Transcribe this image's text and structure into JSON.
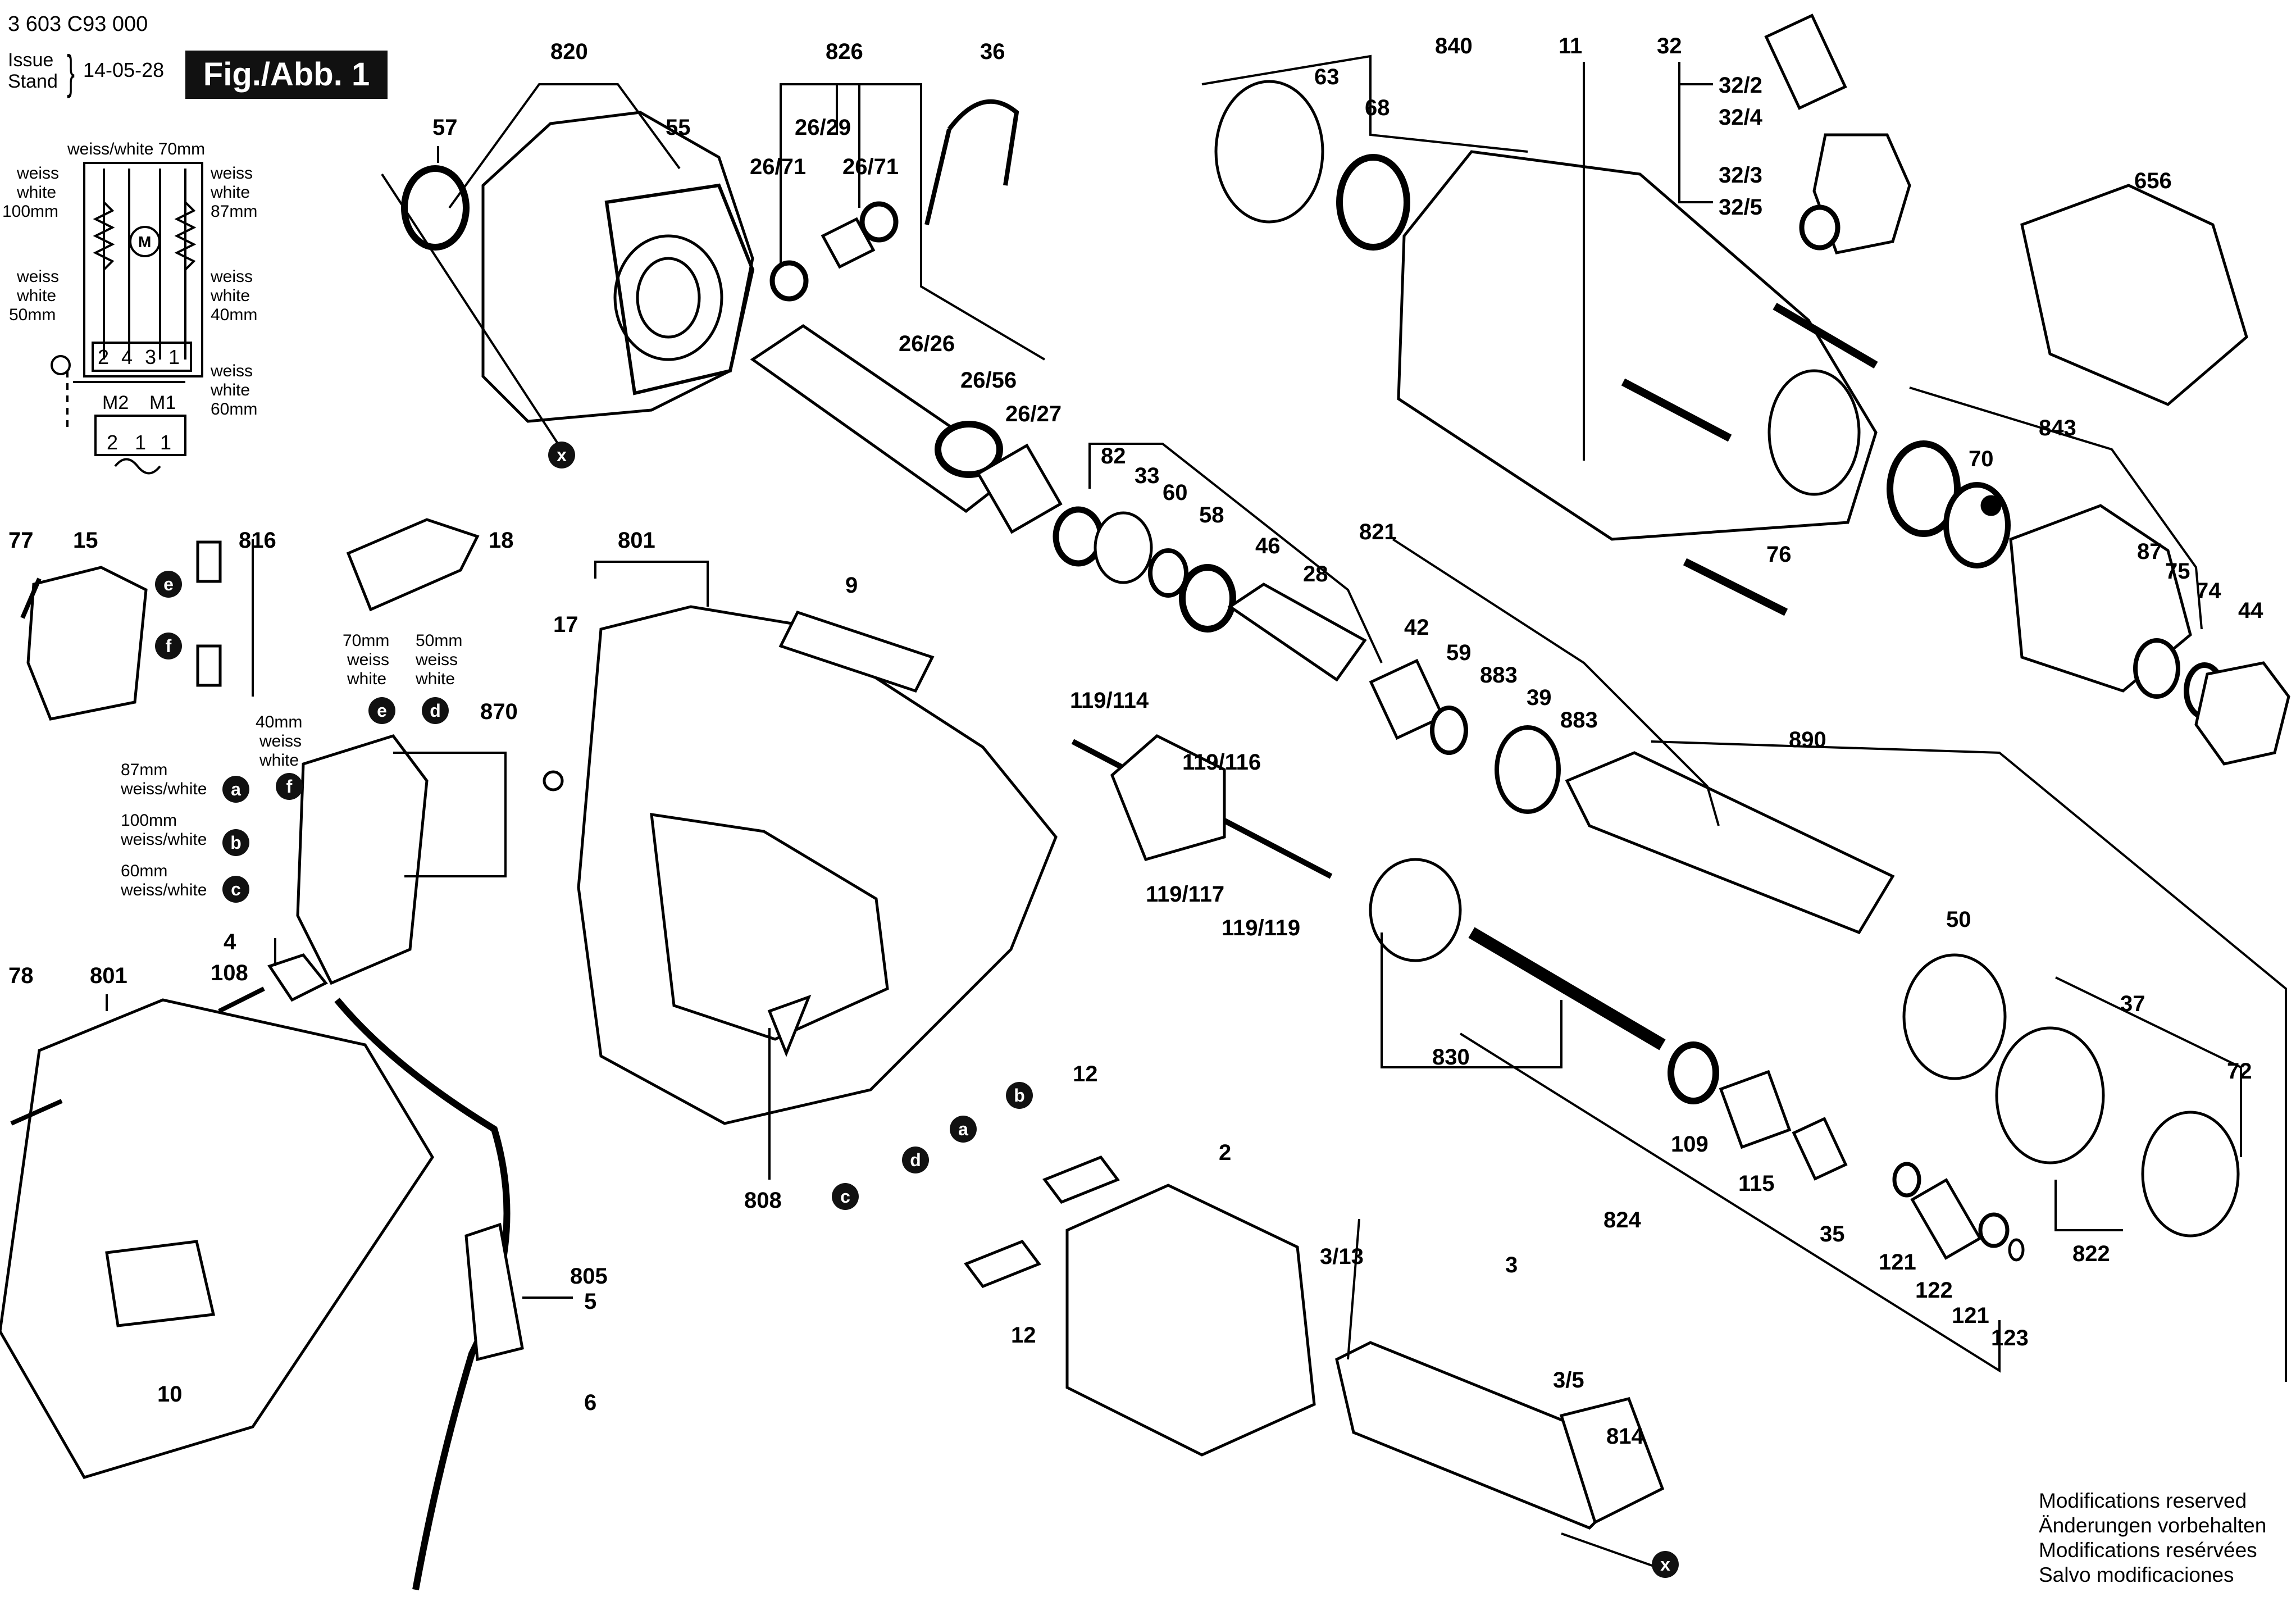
{
  "header": {
    "doc_number": "3 603 C93 000",
    "issue_label_1": "Issue",
    "issue_label_2": "Stand",
    "issue_date": "14-05-28",
    "figure_tag": "Fig./Abb. 1"
  },
  "wiring": {
    "top_label": "weiss/white 70mm",
    "left_100": [
      "weiss",
      "white",
      "100mm"
    ],
    "right_87": [
      "weiss",
      "white",
      "87mm"
    ],
    "left_50": [
      "weiss",
      "white",
      "50mm"
    ],
    "right_40": [
      "weiss",
      "white",
      "40mm"
    ],
    "right_60": [
      "weiss",
      "white",
      "60mm"
    ],
    "terminals": [
      "2",
      "4",
      "3",
      "1"
    ],
    "motor_symbol": "M",
    "m2": "M2",
    "m1": "M1",
    "bottom_terms": [
      "2",
      "1",
      "1"
    ]
  },
  "switch_wires": {
    "w70": [
      "70mm",
      "weiss",
      "white"
    ],
    "w50": [
      "50mm",
      "weiss",
      "white"
    ],
    "w40": [
      "40mm",
      "weiss",
      "white"
    ],
    "a": [
      "87mm",
      "weiss/white"
    ],
    "b": [
      "100mm",
      "weiss/white"
    ],
    "c": [
      "60mm",
      "weiss/white"
    ]
  },
  "markers": {
    "a": "a",
    "b": "b",
    "c": "c",
    "d": "d",
    "e": "e",
    "f": "f",
    "x": "x"
  },
  "callouts": {
    "p820": "820",
    "p57": "57",
    "p55": "55",
    "p826": "826",
    "p26_29": "26/29",
    "p26_71a": "26/71",
    "p26_71b": "26/71",
    "p26_26": "26/26",
    "p26_56": "26/56",
    "p26_27": "26/27",
    "p36": "36",
    "p840": "840",
    "p63": "63",
    "p68": "68",
    "p11": "11",
    "p32": "32",
    "p32_2": "32/2",
    "p32_4": "32/4",
    "p32_3": "32/3",
    "p32_5": "32/5",
    "p656": "656",
    "p843": "843",
    "p70": "70",
    "p82": "82",
    "p33": "33",
    "p60": "60",
    "p58": "58",
    "p46": "46",
    "p28": "28",
    "p821": "821",
    "p42": "42",
    "p59": "59",
    "p883a": "883",
    "p39": "39",
    "p883b": "883",
    "p76": "76",
    "p87": "87",
    "p75": "75",
    "p74": "74",
    "p44": "44",
    "p890": "890",
    "p77": "77",
    "p15": "15",
    "p816": "816",
    "p18": "18",
    "p801a": "801",
    "p9": "9",
    "p17": "17",
    "p870": "870",
    "p4": "4",
    "p108": "108",
    "p78": "78",
    "p801b": "801",
    "p10": "10",
    "p805": "805",
    "p5": "5",
    "p6": "6",
    "p808": "808",
    "p119_114": "119/114",
    "p119_116": "119/116",
    "p119_117": "119/117",
    "p119_119": "119/119",
    "p830": "830",
    "p50": "50",
    "p37": "37",
    "p72": "72",
    "p109": "109",
    "p115": "115",
    "p35": "35",
    "p121a": "121",
    "p122": "122",
    "p121b": "121",
    "p123": "123",
    "p824": "824",
    "p822": "822",
    "p12a": "12",
    "p12b": "12",
    "p2": "2",
    "p3_13": "3/13",
    "p3": "3",
    "p3_5": "3/5",
    "p814": "814"
  },
  "notes": [
    "Modifications reserved",
    "Änderungen vorbehalten",
    "Modifications resérvées",
    "Salvo modificaciones"
  ]
}
